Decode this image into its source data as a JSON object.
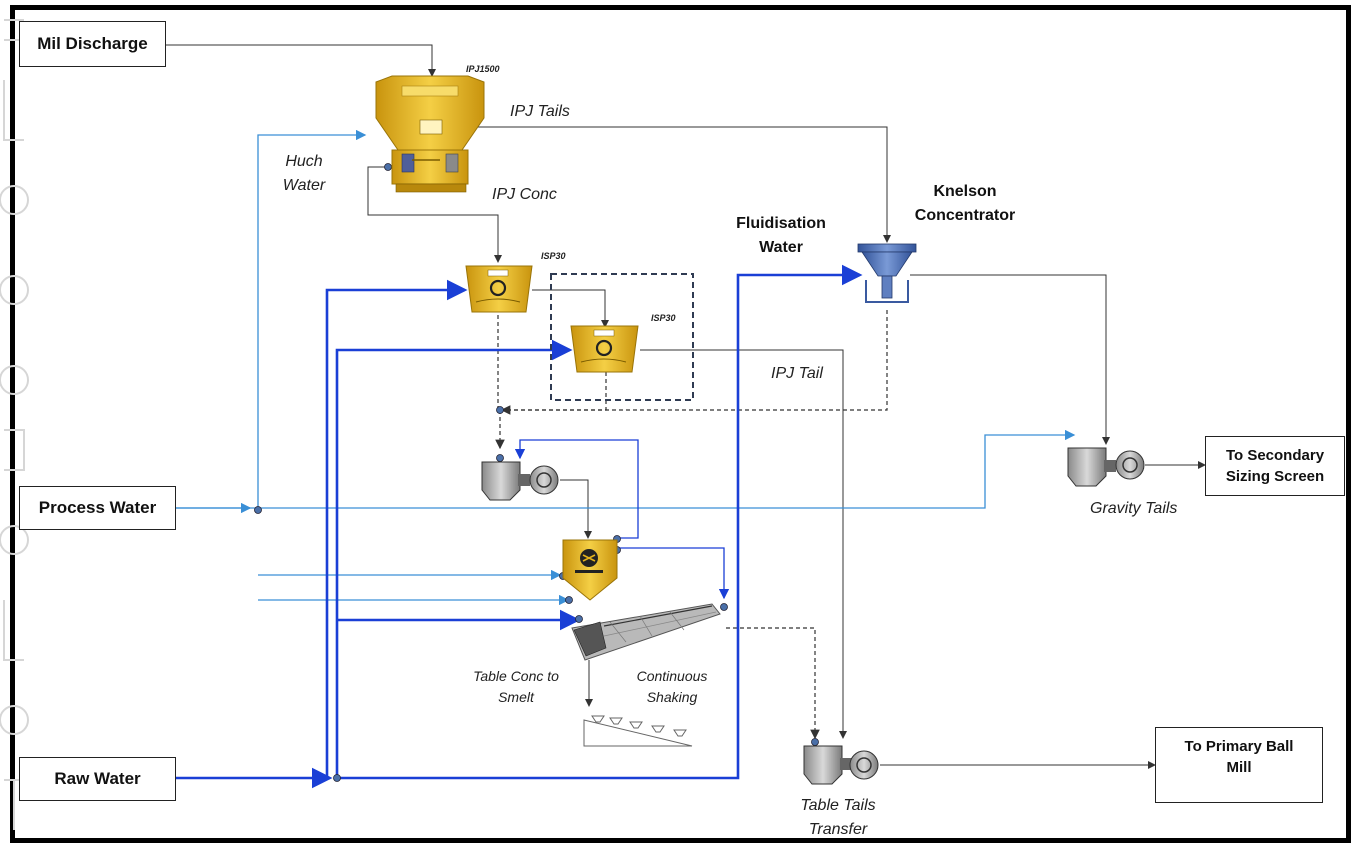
{
  "inputs": {
    "mil_discharge": "Mil Discharge",
    "process_water": "Process Water",
    "raw_water": "Raw Water"
  },
  "outputs": {
    "secondary_screen": "To Secondary Sizing Screen",
    "primary_ball_mill": "To Primary Ball Mill"
  },
  "equipment": {
    "ipj_model": "IPJ1500",
    "isp_model_1": "ISP30",
    "isp_model_2": "ISP30",
    "knelson": "Knelson Concentrator"
  },
  "stream_labels": {
    "ipj_tails": "IPJ Tails",
    "huch_water": "Huch Water",
    "ipj_conc": "IPJ Conc",
    "fluidisation_water": "Fluidisation Water",
    "ipj_tail": "IPJ Tail",
    "gravity_tails": "Gravity Tails",
    "table_conc": "Table Conc to Smelt",
    "continuous_shaking": "Continuous Shaking",
    "table_tails": "Table Tails Transfer"
  },
  "colors": {
    "water_line": "#1a3fd6",
    "process_water_line": "#3a8fd6",
    "slurry_line": "#333333",
    "equipment_gold": "#e3b21c",
    "knelson_blue": "#4a72b8"
  }
}
